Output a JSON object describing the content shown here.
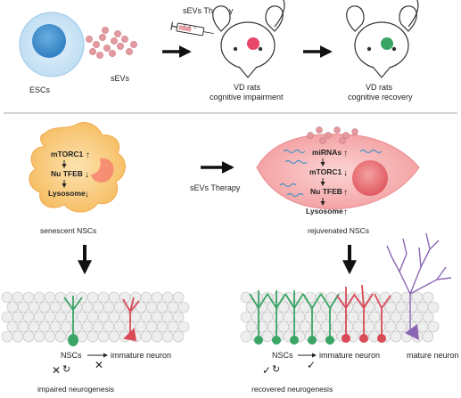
{
  "top": {
    "escs_label": "ESCs",
    "sevs_label": "sEVs",
    "therapy_label": "sEVs Therapy",
    "rat1_label_line1": "VD  rats",
    "rat1_label_line2": "cognitive impairment",
    "rat2_label_line1": "VD  rats",
    "rat2_label_line2": "cognitive recovery"
  },
  "middle": {
    "senescent": {
      "line1": "mTORC1",
      "line2": "Nu TFEB",
      "line3": "Lysosome",
      "caption": "senescent  NSCs"
    },
    "therapy_label": "sEVs Therapy",
    "rejuvenated": {
      "line0": "miRNAs",
      "line1": "mTORC1",
      "line2": "Nu TFEB",
      "line3": "Lysosome",
      "caption": "rejuvenated  NSCs"
    }
  },
  "bottom": {
    "left": {
      "nscs_label": "NSCs",
      "immature_label": "immature neuron",
      "caption": "impaired neurogenesis"
    },
    "right": {
      "nscs_label": "NSCs",
      "immature_label": "immature neuron",
      "mature_label": "mature neuron",
      "caption": "recovered neurogenesis"
    }
  },
  "colors": {
    "esc_outer": "#cfe6f6",
    "esc_nucleus": "#3d8fcf",
    "sev": "#e39aa1",
    "senescent_cell": "#f8c777",
    "rejuvenated_cell": "#f5a3a6",
    "rejuvenated_nucleus": "#ec6b70",
    "nsc_green": "#3aa565",
    "neuron_red": "#d94a57",
    "neuron_purple": "#8a66b5",
    "up_arrow": "#4a7fd0"
  }
}
